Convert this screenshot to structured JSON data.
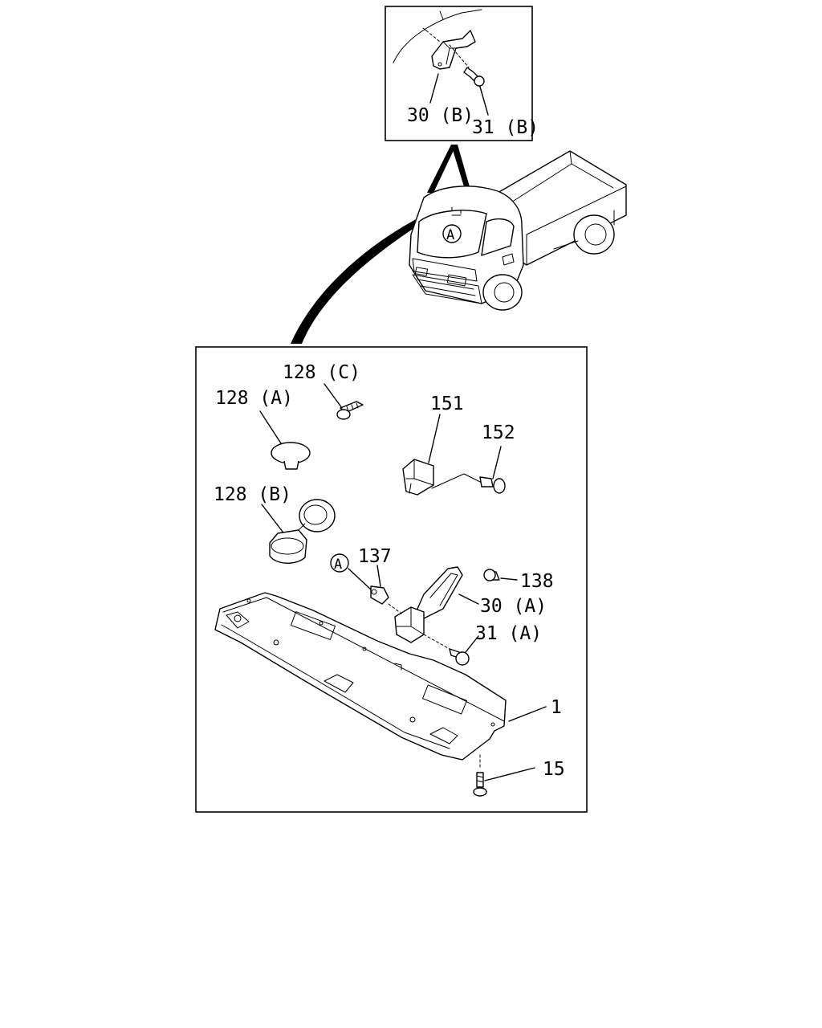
{
  "callouts": {
    "p30b": "30 (B)",
    "p31b": "31 (B)",
    "p128c": "128 (C)",
    "p128a": "128 (A)",
    "p128b": "128 (B)",
    "p151": "151",
    "p152": "152",
    "p137": "137",
    "p138": "138",
    "p30a": "30 (A)",
    "p31a": "31 (A)",
    "p1": "1",
    "p15": "15",
    "ref_truck": "A",
    "ref_detail": "A"
  }
}
